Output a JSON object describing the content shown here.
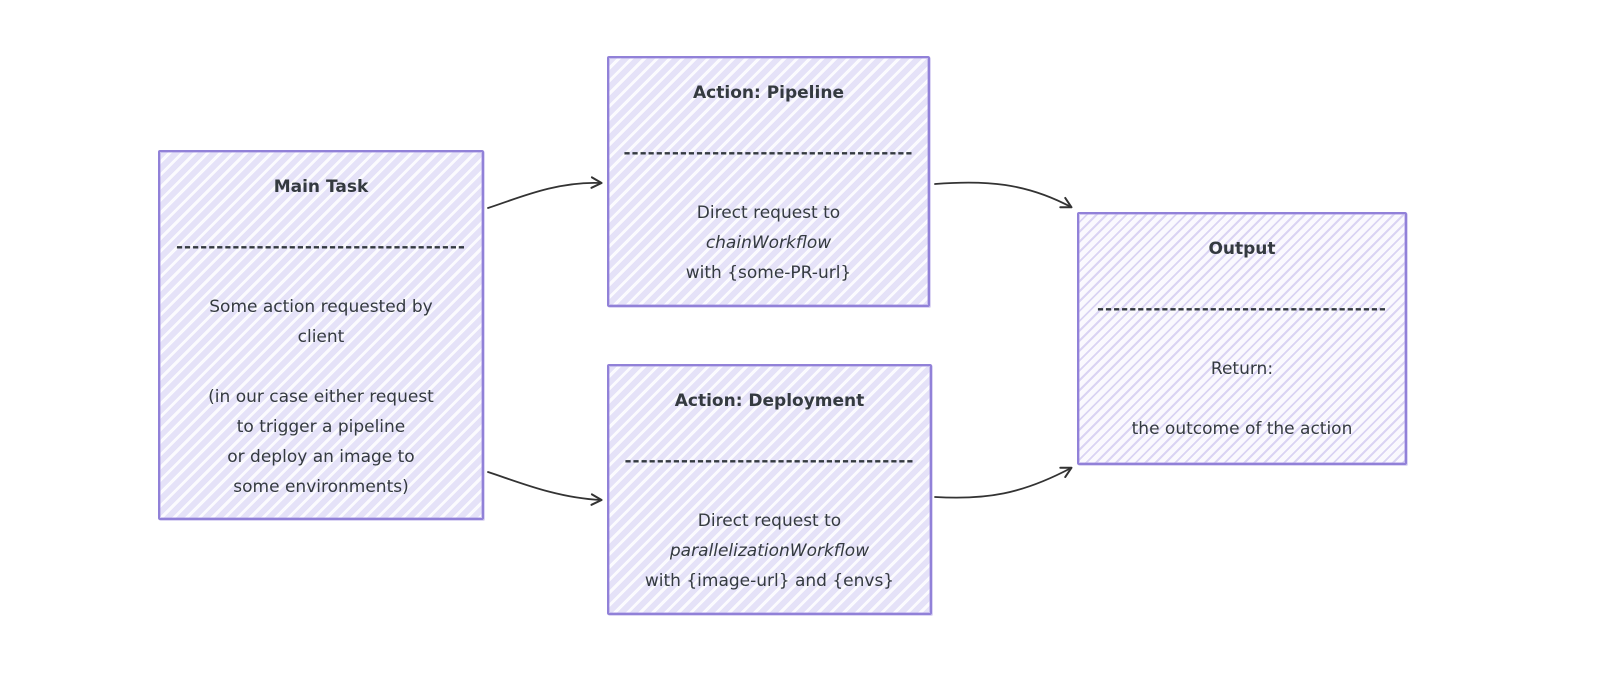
{
  "diagram": {
    "background_color": "#ffffff",
    "node_border_color": "#9181d8",
    "node_fill_color": "#e5e2f8",
    "node_fill_light_color": "#faf9fe",
    "text_color": "#343a40",
    "arrow_color": "#333333",
    "nodes": {
      "main_task": {
        "title": "Main Task",
        "separator": "------------------------------------",
        "lines": [
          "Some action requested by",
          "client",
          "",
          "(in our case either request",
          "to trigger a pipeline",
          "or deploy an image to",
          "some environments)"
        ]
      },
      "action_pipeline": {
        "title": "Action: Pipeline",
        "separator": "------------------------------------",
        "lines": [
          "Direct request to",
          "chainWorkflow",
          "with {some-PR-url}"
        ]
      },
      "action_deployment": {
        "title": "Action: Deployment",
        "separator": "------------------------------------",
        "lines": [
          "Direct request to",
          "parallelizationWorkflow",
          "with {image-url} and {envs}"
        ]
      },
      "output": {
        "title": "Output",
        "separator": "------------------------------------",
        "lines": [
          "Return:",
          "",
          "the outcome of the action"
        ]
      }
    },
    "edges": [
      {
        "from": "Main Task",
        "to": "Action: Pipeline"
      },
      {
        "from": "Main Task",
        "to": "Action: Deployment"
      },
      {
        "from": "Action: Pipeline",
        "to": "Output"
      },
      {
        "from": "Action: Deployment",
        "to": "Output"
      }
    ]
  }
}
